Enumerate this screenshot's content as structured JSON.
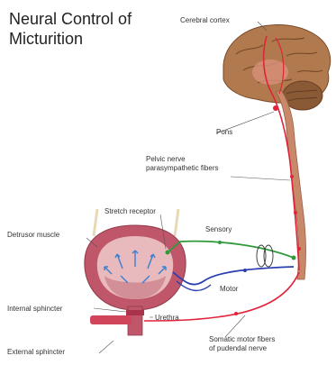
{
  "title": {
    "line1": "Neural Control of",
    "line2": "Micturition"
  },
  "labels": {
    "cerebral_cortex": "Cerebral cortex",
    "pons": "Pons",
    "pelvic_nerve_line1": "Pelvic nerve",
    "pelvic_nerve_line2": "parasympathetic fibers",
    "stretch_receptor": "Stretch receptor",
    "detrusor_muscle": "Detrusor muscle",
    "sensory": "Sensory",
    "motor": "Motor",
    "internal_sphincter": "Internal sphincter",
    "urethra": "Urethra",
    "external_sphincter": "External sphincter",
    "somatic_line1": "Somatic motor fibers",
    "somatic_line2": "of pudendal nerve"
  },
  "colors": {
    "brain": "#b07a4e",
    "brain_dark": "#7a4a2a",
    "cerebellum": "#8a5a36",
    "spinal_cord": "#c8896b",
    "motor_red": "#e0243a",
    "sensory_green": "#2e9a3a",
    "motor_blue": "#2a3fb0",
    "bladder_outer": "#c0566a",
    "bladder_inner": "#e8b9bd",
    "arrow_blue": "#3a7fd0",
    "ureter": "#e7d9b3"
  }
}
